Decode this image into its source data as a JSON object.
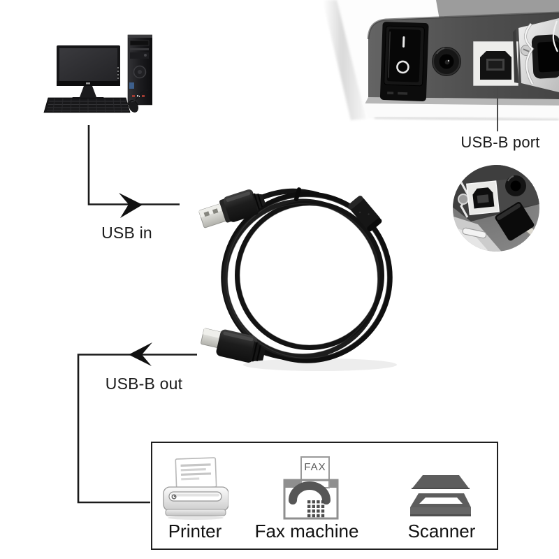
{
  "annotations": {
    "usb_in": {
      "label": "USB in"
    },
    "usb_b_out": {
      "label": "USB-B out"
    },
    "usb_b_port": {
      "label": "USB-B port"
    }
  },
  "device_box": {
    "items": [
      {
        "id": "printer",
        "label": "Printer",
        "icon": "printer-icon"
      },
      {
        "id": "fax",
        "label": "Fax machine",
        "icon": "fax-machine-icon",
        "paper_text": "FAX"
      },
      {
        "id": "scanner",
        "label": "Scanner",
        "icon": "scanner-icon"
      }
    ]
  },
  "icons": {
    "computer": "desktop-computer-illustration",
    "cable": "usb-a-to-usb-b-cable-photo",
    "printer_rear": "printer-rear-corner-photo",
    "inset": "usb-b-port-closeup-inset"
  },
  "colors": {
    "background": "#ffffff",
    "line": "#1a1a1a",
    "text": "#1a1a1a",
    "box_border": "#1f1f1f",
    "icon_gray": "#5d5d5d",
    "panel_gray": "#555555",
    "cable_black": "#141414"
  }
}
